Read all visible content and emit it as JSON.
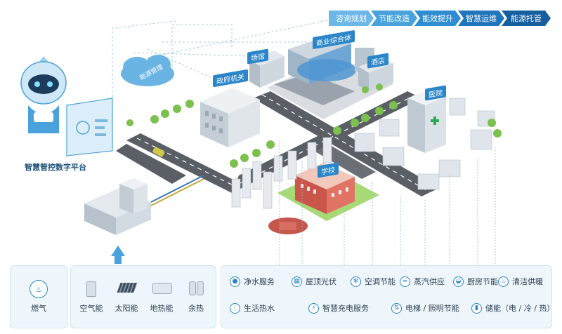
{
  "flow_steps": [
    "咨询规划",
    "节能改造",
    "能效提升",
    "智慧运维",
    "能源托管"
  ],
  "platform": {
    "label": "智慧管控数字平台"
  },
  "cloud": {
    "label": "能源管理"
  },
  "buildings": {
    "mall": "商业综合体",
    "venue": "场馆",
    "hotel": "酒店",
    "gov": "政府机关",
    "hospital": "医院",
    "school": "学校"
  },
  "energy_sources": {
    "gas": "燃气",
    "items": [
      "空气能",
      "太阳能",
      "地热能",
      "余热"
    ]
  },
  "services": {
    "row1": [
      "净水服务",
      "屋顶光伏",
      "空调节能",
      "蒸汽供应",
      "厨房节能",
      "清洁供暖"
    ],
    "row2": [
      "生活热水",
      "智慧充电服务",
      "电梯 / 照明节能",
      "储能（电 / 冷 / 热）"
    ]
  },
  "colors": {
    "accent": "#2a86c8",
    "flow": [
      "#6db7e6",
      "#4aa2dd",
      "#2f8cd0",
      "#1f76bd",
      "#155f9e"
    ],
    "road": "#555a60",
    "grass": "#9fd36b",
    "school": "#d9665a"
  },
  "icons": [
    "gas-flame-icon",
    "drop-icon",
    "solar-panel-icon",
    "snowflake-icon",
    "steam-icon",
    "pot-icon",
    "heat-icon",
    "shower-icon",
    "charging-icon",
    "elevator-icon",
    "battery-icon"
  ]
}
